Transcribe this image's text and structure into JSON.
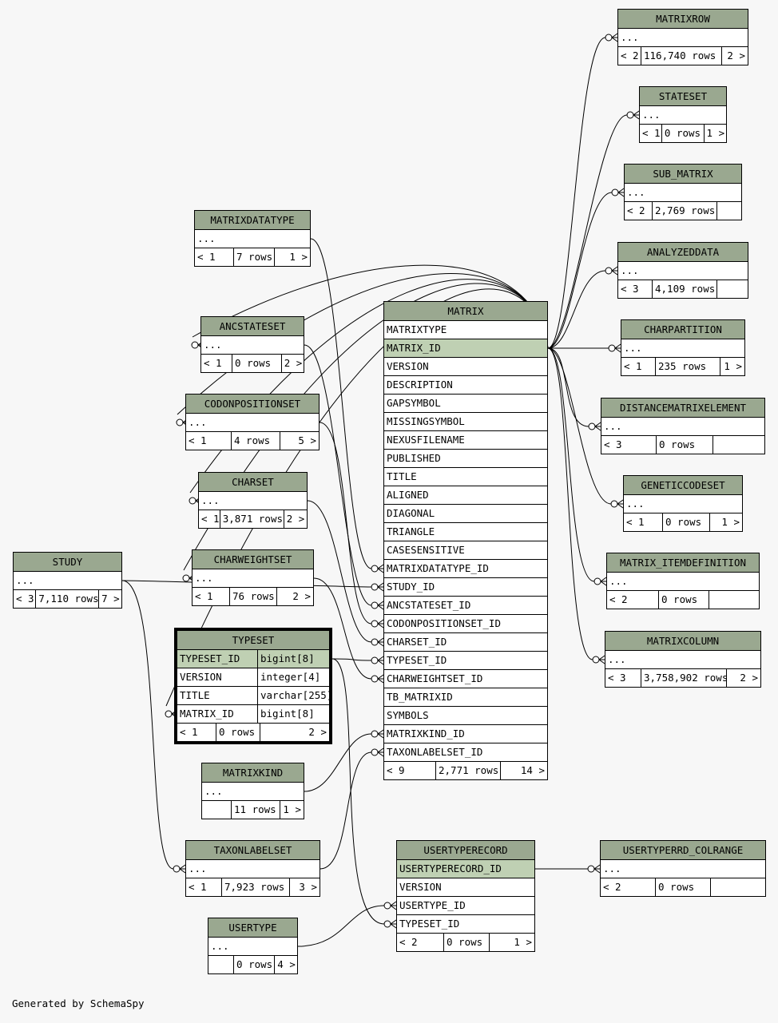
{
  "footer": {
    "credit": "Generated by SchemaSpy"
  },
  "colors": {
    "header_bg": "#9aa890",
    "key_highlight": "#bfd0b3",
    "background": "#f7f7f7"
  },
  "tables": {
    "matrixrow": {
      "name": "MATRIXROW",
      "rows": [
        "..."
      ],
      "footer": [
        "< 2",
        "116,740 rows",
        "2 >"
      ]
    },
    "stateset": {
      "name": "STATESET",
      "rows": [
        "..."
      ],
      "footer": [
        "< 1",
        "0 rows",
        "1 >"
      ]
    },
    "sub_matrix": {
      "name": "SUB_MATRIX",
      "rows": [
        "..."
      ],
      "footer": [
        "< 2",
        "2,769 rows",
        ""
      ]
    },
    "analyzeddata": {
      "name": "ANALYZEDDATA",
      "rows": [
        "..."
      ],
      "footer": [
        "< 3",
        "4,109 rows",
        ""
      ]
    },
    "charpartition": {
      "name": "CHARPARTITION",
      "rows": [
        "..."
      ],
      "footer": [
        "< 1",
        "235 rows",
        "1 >"
      ]
    },
    "distancematrixelement": {
      "name": "DISTANCEMATRIXELEMENT",
      "rows": [
        "..."
      ],
      "footer": [
        "< 3",
        "0 rows",
        ""
      ]
    },
    "geneticcodeset": {
      "name": "GENETICCODESET",
      "rows": [
        "..."
      ],
      "footer": [
        "< 1",
        "0 rows",
        "1 >"
      ]
    },
    "matrix_itemdefinition": {
      "name": "MATRIX_ITEMDEFINITION",
      "rows": [
        "..."
      ],
      "footer": [
        "< 2",
        "0 rows",
        ""
      ]
    },
    "matrixcolumn": {
      "name": "MATRIXCOLUMN",
      "rows": [
        "..."
      ],
      "footer": [
        "< 3",
        "3,758,902 rows",
        "2 >"
      ]
    },
    "userty_colrange": {
      "name": "USERTYPERRD_COLRANGE",
      "rows": [
        "..."
      ],
      "footer": [
        "< 2",
        "0 rows",
        ""
      ]
    },
    "matrixdatatype": {
      "name": "MATRIXDATATYPE",
      "rows": [
        "..."
      ],
      "footer": [
        "< 1",
        "7 rows",
        "1 >"
      ]
    },
    "ancstateset": {
      "name": "ANCSTATESET",
      "rows": [
        "..."
      ],
      "footer": [
        "< 1",
        "0 rows",
        "2 >"
      ]
    },
    "codonpositionset": {
      "name": "CODONPOSITIONSET",
      "rows": [
        "..."
      ],
      "footer": [
        "< 1",
        "4 rows",
        "5 >"
      ]
    },
    "charset": {
      "name": "CHARSET",
      "rows": [
        "..."
      ],
      "footer": [
        "< 1",
        "3,871 rows",
        "2 >"
      ]
    },
    "charweightset": {
      "name": "CHARWEIGHTSET",
      "rows": [
        "..."
      ],
      "footer": [
        "< 1",
        "76 rows",
        "2 >"
      ]
    },
    "study": {
      "name": "STUDY",
      "rows": [
        "..."
      ],
      "footer": [
        "< 3",
        "7,110 rows",
        "7 >"
      ]
    },
    "typeset": {
      "name": "TYPESET",
      "rows": [
        {
          "name": "TYPESET_ID",
          "type": "bigint[8]"
        },
        {
          "name": "VERSION",
          "type": "integer[4]"
        },
        {
          "name": "TITLE",
          "type": "varchar[255]"
        },
        {
          "name": "MATRIX_ID",
          "type": "bigint[8]"
        }
      ],
      "footer": [
        "< 1",
        "0 rows",
        "2 >"
      ]
    },
    "matrixkind": {
      "name": "MATRIXKIND",
      "rows": [
        "..."
      ],
      "footer": [
        "",
        "11 rows",
        "1 >"
      ]
    },
    "taxonlabelset": {
      "name": "TAXONLABELSET",
      "rows": [
        "..."
      ],
      "footer": [
        "< 1",
        "7,923 rows",
        "3 >"
      ]
    },
    "usertype": {
      "name": "USERTYPE",
      "rows": [
        "..."
      ],
      "footer": [
        "",
        "0 rows",
        "4 >"
      ]
    },
    "usertyperecord": {
      "name": "USERTYPERECORD",
      "rows": [
        "USERTYPERECORD_ID",
        "VERSION",
        "USERTYPE_ID",
        "TYPESET_ID"
      ],
      "footer": [
        "< 2",
        "0 rows",
        "1 >"
      ]
    },
    "matrix": {
      "name": "MATRIX",
      "rows": [
        "MATRIXTYPE",
        "MATRIX_ID",
        "VERSION",
        "DESCRIPTION",
        "GAPSYMBOL",
        "MISSINGSYMBOL",
        "NEXUSFILENAME",
        "PUBLISHED",
        "TITLE",
        "ALIGNED",
        "DIAGONAL",
        "TRIANGLE",
        "CASESENSITIVE",
        "MATRIXDATATYPE_ID",
        "STUDY_ID",
        "ANCSTATESET_ID",
        "CODONPOSITIONSET_ID",
        "CHARSET_ID",
        "TYPESET_ID",
        "CHARWEIGHTSET_ID",
        "TB_MATRIXID",
        "SYMBOLS",
        "MATRIXKIND_ID",
        "TAXONLABELSET_ID"
      ],
      "footer": [
        "< 9",
        "2,771 rows",
        "14 >"
      ]
    }
  }
}
